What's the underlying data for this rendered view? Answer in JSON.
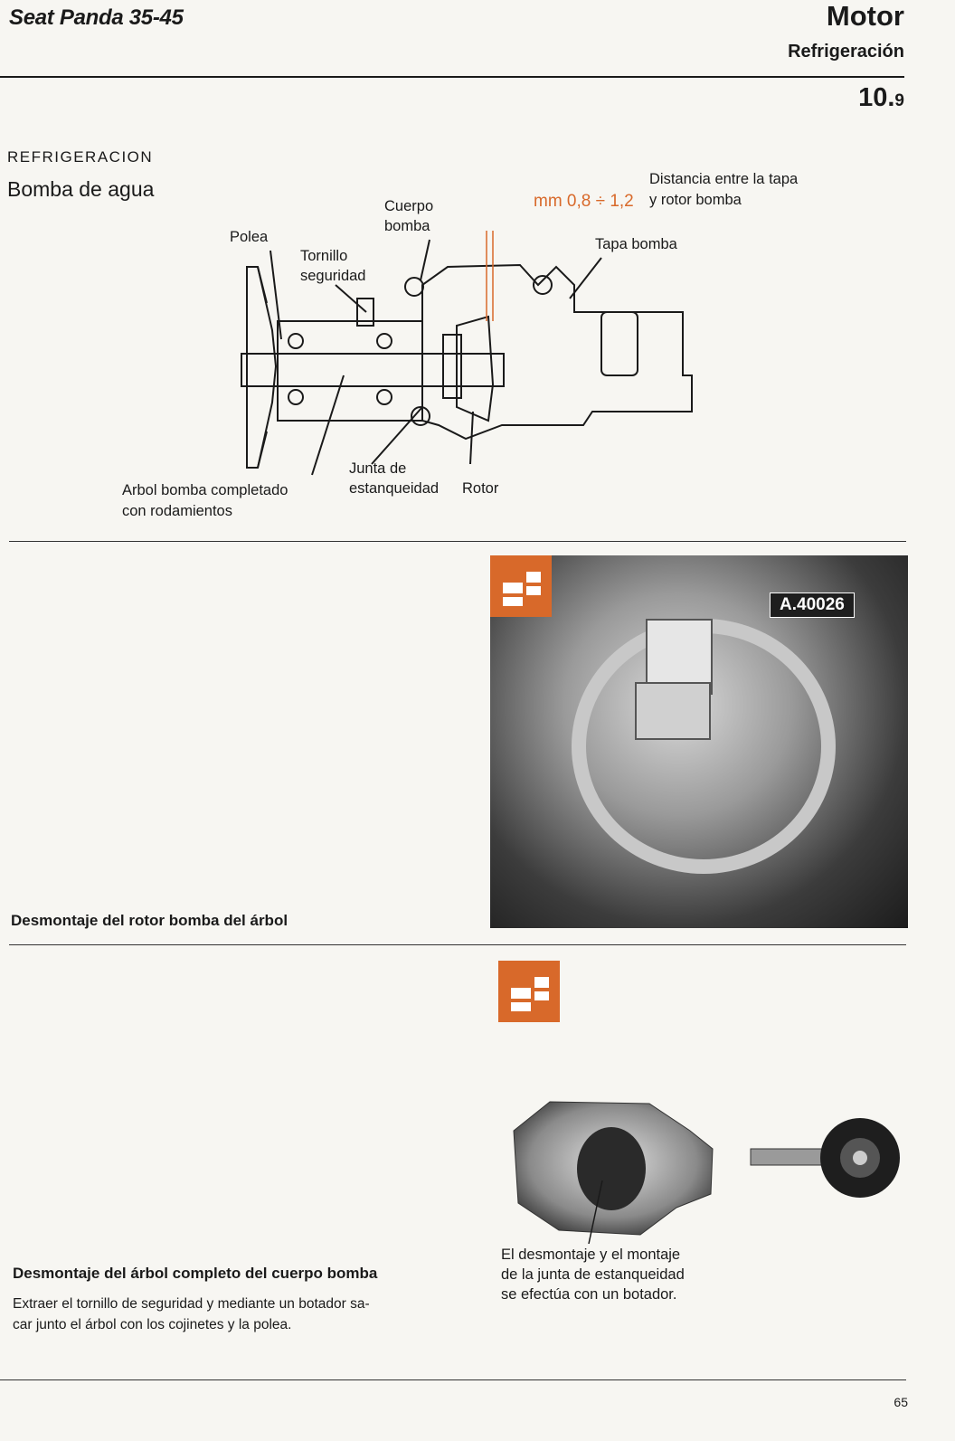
{
  "header": {
    "model": "Seat Panda 35-45",
    "section": "Motor",
    "subsection": "Refrigeración",
    "page_code": "10.",
    "page_code_suffix": "9"
  },
  "section1": {
    "label": "REFRIGERACION",
    "title": "Bomba de agua",
    "diagram_labels": {
      "polea": "Polea",
      "tornillo_1": "Tornillo",
      "tornillo_2": "seguridad",
      "cuerpo_1": "Cuerpo",
      "cuerpo_2": "bomba",
      "tolerance": "mm 0,8 ÷ 1,2",
      "distancia_1": "Distancia entre la tapa",
      "distancia_2": "y rotor bomba",
      "tapa": "Tapa bomba",
      "junta_1": "Junta de",
      "junta_2": "estanqueidad",
      "rotor": "Rotor",
      "arbol_1": "Arbol bomba completado",
      "arbol_2": "con rodamientos"
    }
  },
  "section2": {
    "caption": "Desmontaje del rotor bomba del árbol",
    "tool_tag": "A.40026"
  },
  "section3": {
    "caption": "Desmontaje del árbol completo del cuerpo bomba",
    "text_1": "Extraer el tornillo de seguridad y mediante un botador sa-",
    "text_2": "car junto el árbol con los cojinetes y la polea.",
    "photo_caption_1": "El desmontaje y el montaje",
    "photo_caption_2": "de la junta de estanqueidad",
    "photo_caption_3": "se efectúa con un botador."
  },
  "footer": {
    "page_number": "65"
  },
  "colors": {
    "accent": "#d8692a",
    "ink": "#1a1a1a",
    "paper": "#f7f6f2"
  }
}
